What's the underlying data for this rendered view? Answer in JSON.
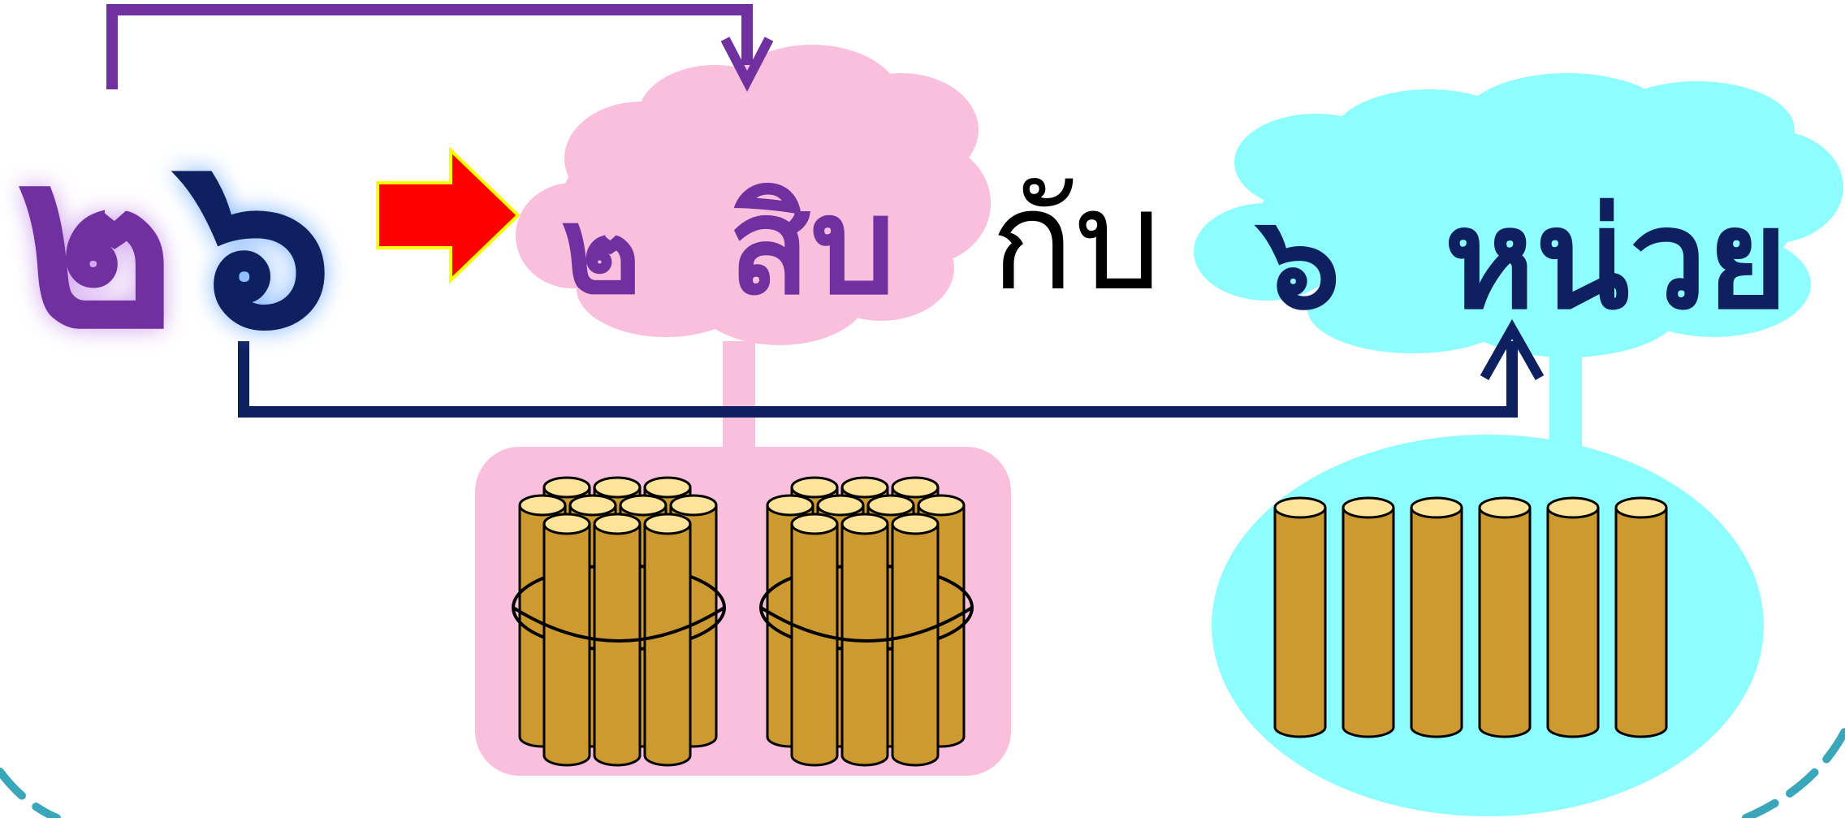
{
  "number": {
    "tens_digit": "๒",
    "ones_digit": "๖"
  },
  "tens_label": {
    "digit": "๒",
    "word": "สิบ"
  },
  "connector": "กับ",
  "ones_label": {
    "digit": "๖",
    "word": "หน่วย"
  },
  "tens_bundles": 2,
  "sticks_per_bundle": 10,
  "ones_sticks": 6,
  "colors": {
    "tens_purple": "#7030a0",
    "ones_navy": "#0f2060",
    "pink_cloud": "#f9bfdc",
    "cyan_cloud": "#8dfdff",
    "stick_body": "#cc9a30",
    "stick_top": "#fde49a",
    "arrow_red": "#ff0000",
    "arrow_outline": "#ffff00",
    "dash_teal": "#3aa6b9"
  }
}
